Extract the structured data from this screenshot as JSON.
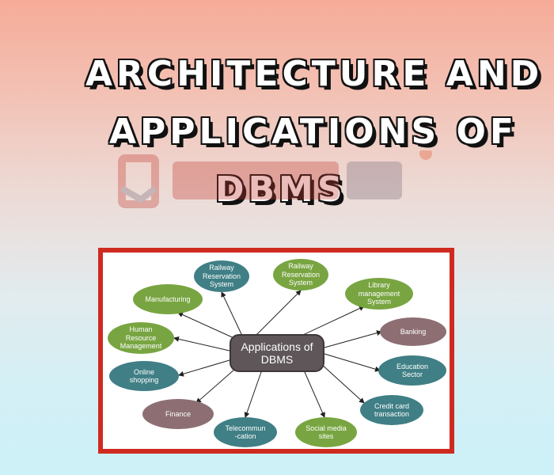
{
  "title": {
    "line1": "ARCHITECTURE AND",
    "line2": "APPLICATIONS OF",
    "line3": "DBMS"
  },
  "diagram": {
    "hub": {
      "line1": "Applications of",
      "line2": "DBMS"
    },
    "nodes": [
      {
        "id": "railway-1",
        "lines": [
          "Railway",
          "Reservation",
          "System"
        ],
        "color": "#3f7f85"
      },
      {
        "id": "railway-2",
        "lines": [
          "Railway",
          "Reservation",
          "System"
        ],
        "color": "#78a541"
      },
      {
        "id": "library",
        "lines": [
          "Library",
          "management",
          "System"
        ],
        "color": "#78a541"
      },
      {
        "id": "banking",
        "lines": [
          "Banking"
        ],
        "color": "#8d6f73"
      },
      {
        "id": "education",
        "lines": [
          "Education",
          "Sector"
        ],
        "color": "#3f7f85"
      },
      {
        "id": "credit-card",
        "lines": [
          "Credit card",
          "transaction"
        ],
        "color": "#3f7f85"
      },
      {
        "id": "social-media",
        "lines": [
          "Social media",
          "sites"
        ],
        "color": "#78a541"
      },
      {
        "id": "telecom",
        "lines": [
          "Telecommun",
          "-cation"
        ],
        "color": "#3f7f85"
      },
      {
        "id": "finance",
        "lines": [
          "Finance"
        ],
        "color": "#8d6f73"
      },
      {
        "id": "online-shopping",
        "lines": [
          "Online",
          "shopping"
        ],
        "color": "#3f7f85"
      },
      {
        "id": "hrm",
        "lines": [
          "Human",
          "Resource",
          "Management"
        ],
        "color": "#78a541"
      },
      {
        "id": "manufacturing",
        "lines": [
          "Manufacturing"
        ],
        "color": "#78a541"
      }
    ]
  }
}
